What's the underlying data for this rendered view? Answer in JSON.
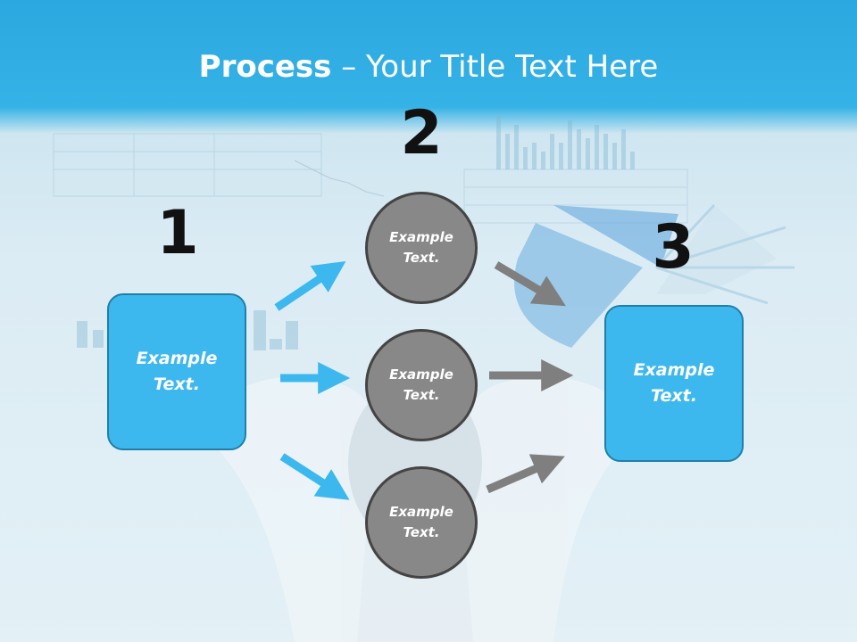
{
  "title": {
    "bold": "Process",
    "separator": " – ",
    "rest": "Your Title Text Here"
  },
  "steps": [
    {
      "number": "1"
    },
    {
      "number": "2"
    },
    {
      "number": "3"
    }
  ],
  "left_box": {
    "line1": "Example",
    "line2": "Text."
  },
  "right_box": {
    "line1": "Example",
    "line2": "Text."
  },
  "circles": [
    {
      "line1": "Example",
      "line2": "Text."
    },
    {
      "line1": "Example",
      "line2": "Text."
    },
    {
      "line1": "Example",
      "line2": "Text."
    }
  ],
  "colors": {
    "header": "#2ba8df",
    "box_fill": "#3db8ee",
    "box_border": "#1f7fa9",
    "circle_fill": "#888888",
    "circle_border": "#444444",
    "blue_arrow": "#3db8ee",
    "gray_arrow": "#7f7f7f"
  }
}
